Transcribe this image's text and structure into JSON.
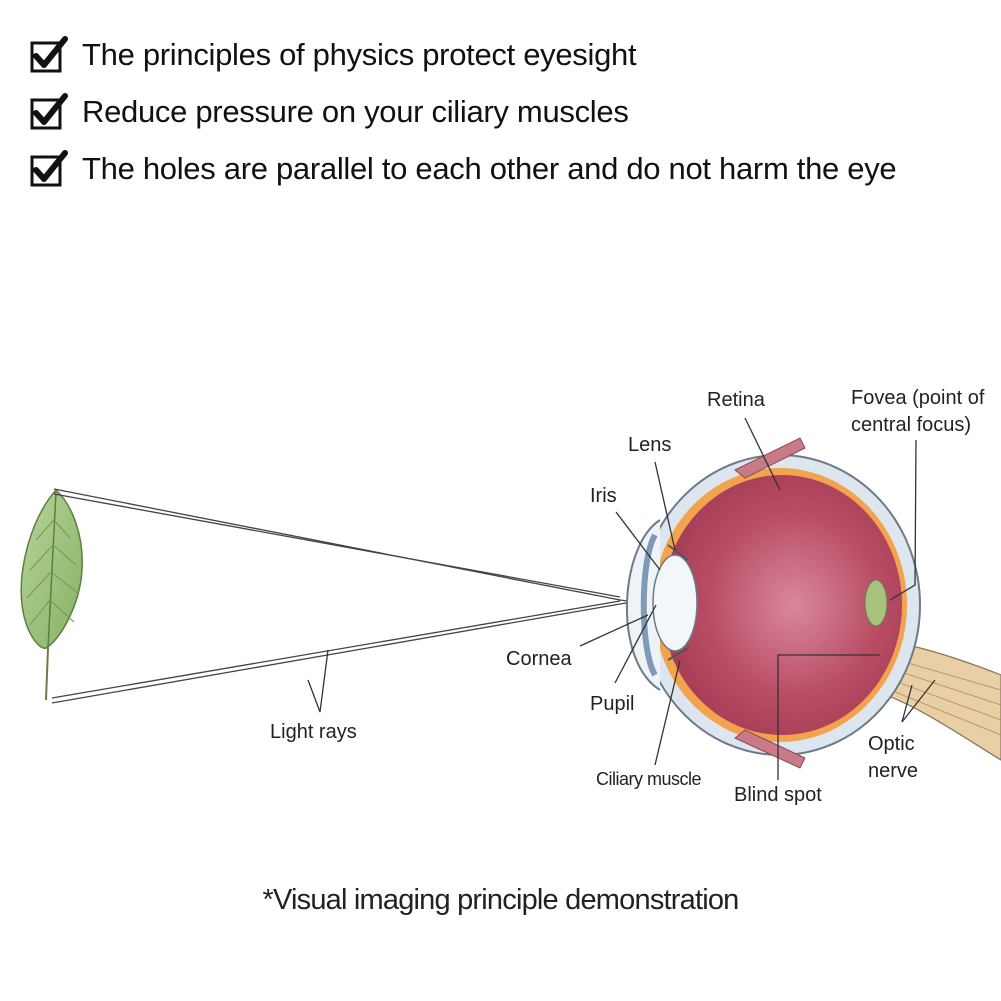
{
  "bullets": [
    {
      "icon": "checkbox-check-icon",
      "text": "The principles of physics protect eyesight"
    },
    {
      "icon": "checkbox-check-icon",
      "text": "Reduce pressure on your ciliary muscles"
    },
    {
      "icon": "checkbox-check-icon",
      "text": "The holes are parallel to each other and do not harm the eye"
    }
  ],
  "diagram": {
    "labels": {
      "retina": "Retina",
      "fovea_line1": "Fovea (point of",
      "fovea_line2": "central focus)",
      "lens": "Lens",
      "iris": "Iris",
      "cornea": "Cornea",
      "pupil": "Pupil",
      "ciliary_muscle": "Ciliary muscle",
      "blind_spot": "Blind spot",
      "optic_line1": "Optic",
      "optic_line2": "nerve",
      "light_rays": "Light rays"
    },
    "colors": {
      "eyeball_interior": "#b5485f",
      "sclera": "#dfe8f2",
      "leaf": "#9cc27a",
      "optic_nerve": "#e8c89a",
      "retina_layer": "#f0a044"
    }
  },
  "caption": "*Visual imaging principle demonstration"
}
